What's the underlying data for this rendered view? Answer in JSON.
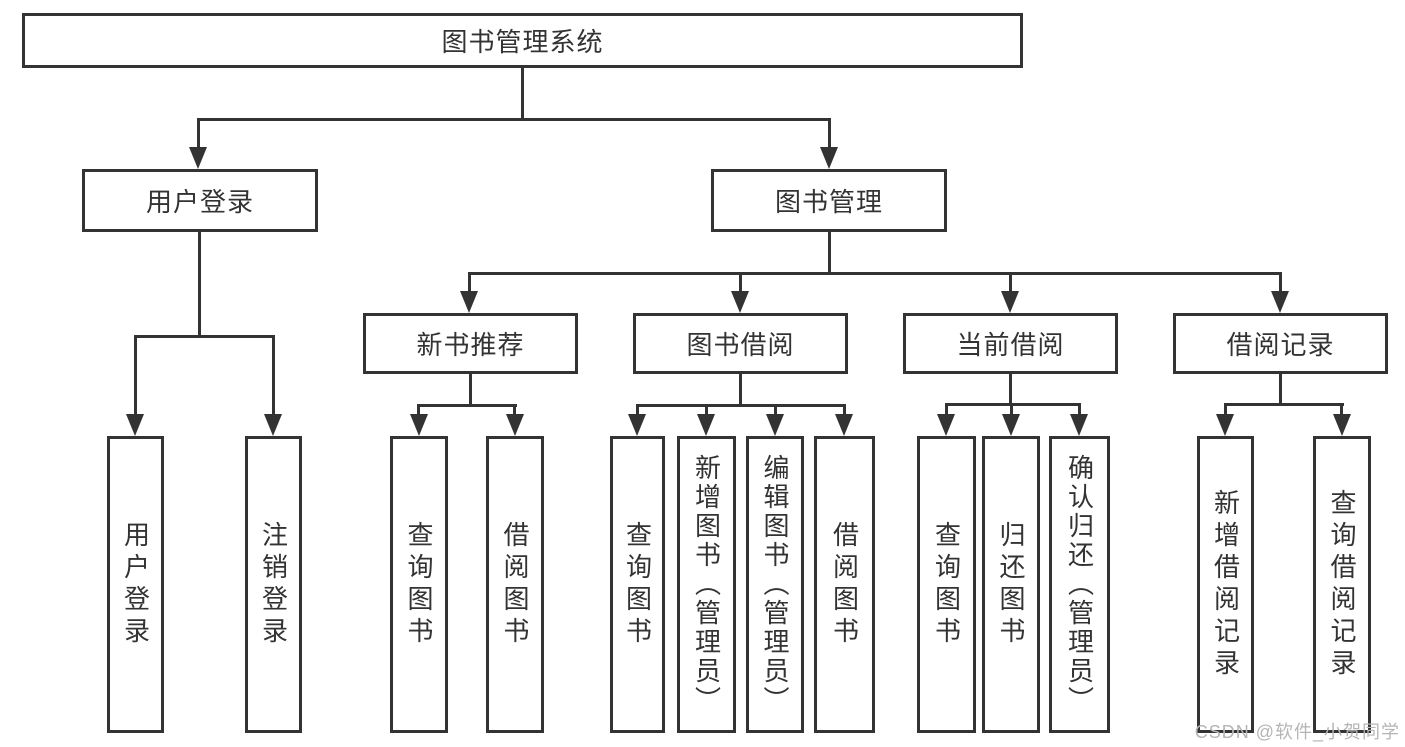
{
  "diagram": {
    "title": "图书管理系统",
    "root": {
      "label": "图书管理系统"
    },
    "level2": {
      "user_login": {
        "label": "用户登录"
      },
      "book_mgmt": {
        "label": "图书管理"
      }
    },
    "level3": {
      "new_book_rec": {
        "label": "新书推荐"
      },
      "book_borrow": {
        "label": "图书借阅"
      },
      "current_borrow": {
        "label": "当前借阅"
      },
      "borrow_record": {
        "label": "借阅记录"
      }
    },
    "leaves": {
      "user_login": {
        "label": "用户登录"
      },
      "logout": {
        "label": "注销登录"
      },
      "rec_query_book": {
        "label": "查询图书"
      },
      "rec_borrow_book": {
        "label": "借阅图书"
      },
      "borrow_query_book": {
        "label": "查询图书"
      },
      "borrow_add_book": {
        "label": "新增图书（管理员）"
      },
      "borrow_edit_book": {
        "label": "编辑图书（管理员）"
      },
      "borrow_borrow_book": {
        "label": "借阅图书"
      },
      "current_query_book": {
        "label": "查询图书"
      },
      "current_return_book": {
        "label": "归还图书"
      },
      "current_confirm_return": {
        "label": "确认归还（管理员）"
      },
      "record_add_record": {
        "label": "新增借阅记录"
      },
      "record_query_record": {
        "label": "查询借阅记录"
      }
    }
  },
  "watermark": {
    "text": "CSDN @软件_小贺同学"
  },
  "colors": {
    "line": "#333333",
    "text": "#333333",
    "background": "#ffffff",
    "watermark": "#b5b5b5"
  }
}
